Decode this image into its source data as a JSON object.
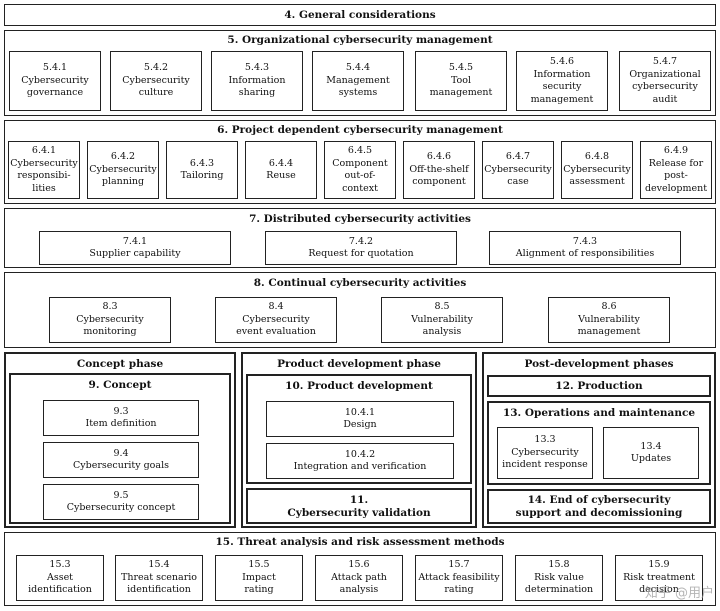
{
  "s4": {
    "title": "4. General considerations"
  },
  "s5": {
    "title": "5. Organizational cybersecurity management",
    "items": [
      "5.4.1\nCybersecurity\ngovernance",
      "5.4.2\nCybersecurity\nculture",
      "5.4.3\nInformation\nsharing",
      "5.4.4\nManagement\nsystems",
      "5.4.5\nTool\nmanagement",
      "5.4.6\nInformation\nsecurity\nmanagement",
      "5.4.7\nOrganizational\ncybersecurity\naudit"
    ]
  },
  "s6": {
    "title": "6. Project dependent cybersecurity management",
    "items": [
      "6.4.1\nCybersecurity\nresponsibi-\nlities",
      "6.4.2\nCybersecurity\nplanning",
      "6.4.3\nTailoring",
      "6.4.4\nReuse",
      "6.4.5\nComponent\nout-of-context",
      "6.4.6\nOff-the-shelf\ncomponent",
      "6.4.7\nCybersecurity\ncase",
      "6.4.8\nCybersecurity\nassessment",
      "6.4.9\nRelease for\npost-\ndevelopment"
    ]
  },
  "s7": {
    "title": "7. Distributed cybersecurity activities",
    "items": [
      "7.4.1\nSupplier capability",
      "7.4.2\nRequest for quotation",
      "7.4.3\nAlignment of responsibilities"
    ]
  },
  "s8": {
    "title": "8. Continual cybersecurity activities",
    "items": [
      "8.3\nCybersecurity\nmonitoring",
      "8.4\nCybersecurity\nevent evaluation",
      "8.5\nVulnerability\nanalysis",
      "8.6\nVulnerability\nmanagement"
    ]
  },
  "concept": {
    "phase_title": "Concept phase",
    "title": "9. Concept",
    "items": [
      "9.3\nItem definition",
      "9.4\nCybersecurity goals",
      "9.5\nCybersecurity concept"
    ]
  },
  "product": {
    "phase_title": "Product development phase",
    "title": "10. Product development",
    "items": [
      "10.4.1\nDesign",
      "10.4.2\nIntegration and verification"
    ],
    "validation": "11.\nCybersecurity validation"
  },
  "post": {
    "phase_title": "Post-development phases",
    "production": "12. Production",
    "ops_title": "13. Operations and maintenance",
    "ops_items": [
      "13.3\nCybersecurity\nincident response",
      "13.4\nUpdates"
    ],
    "end": "14. End of cybersecurity\nsupport and decomissioning"
  },
  "s15": {
    "title": "15. Threat analysis and risk assessment methods",
    "items": [
      "15.3\nAsset\nidentification",
      "15.4\nThreat scenario\nidentification",
      "15.5\nImpact\nrating",
      "15.6\nAttack path\nanalysis",
      "15.7\nAttack feasibility\nrating",
      "15.8\nRisk value\ndetermination",
      "15.9\nRisk treatment\ndecision"
    ]
  },
  "watermark": "知乎 @用户"
}
